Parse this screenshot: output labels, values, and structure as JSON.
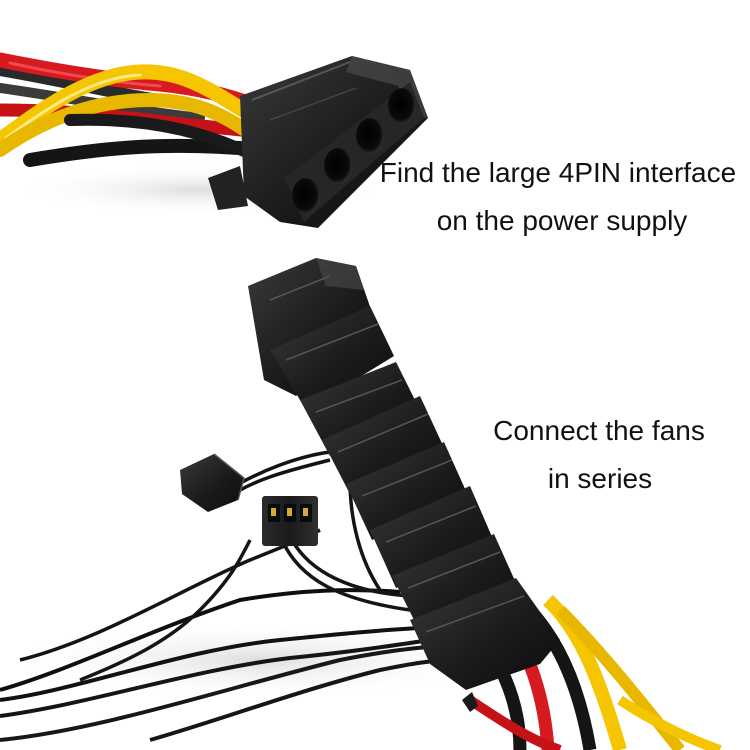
{
  "captions": {
    "line1": "Find the large 4PIN interface",
    "line2": "on the power supply",
    "line3": "Connect the fans",
    "line4": "in series"
  },
  "colors": {
    "wire_red": "#d71920",
    "wire_yellow": "#f4c500",
    "wire_black": "#151515",
    "connector_black": "#1e1e1e",
    "background": "#ffffff"
  }
}
